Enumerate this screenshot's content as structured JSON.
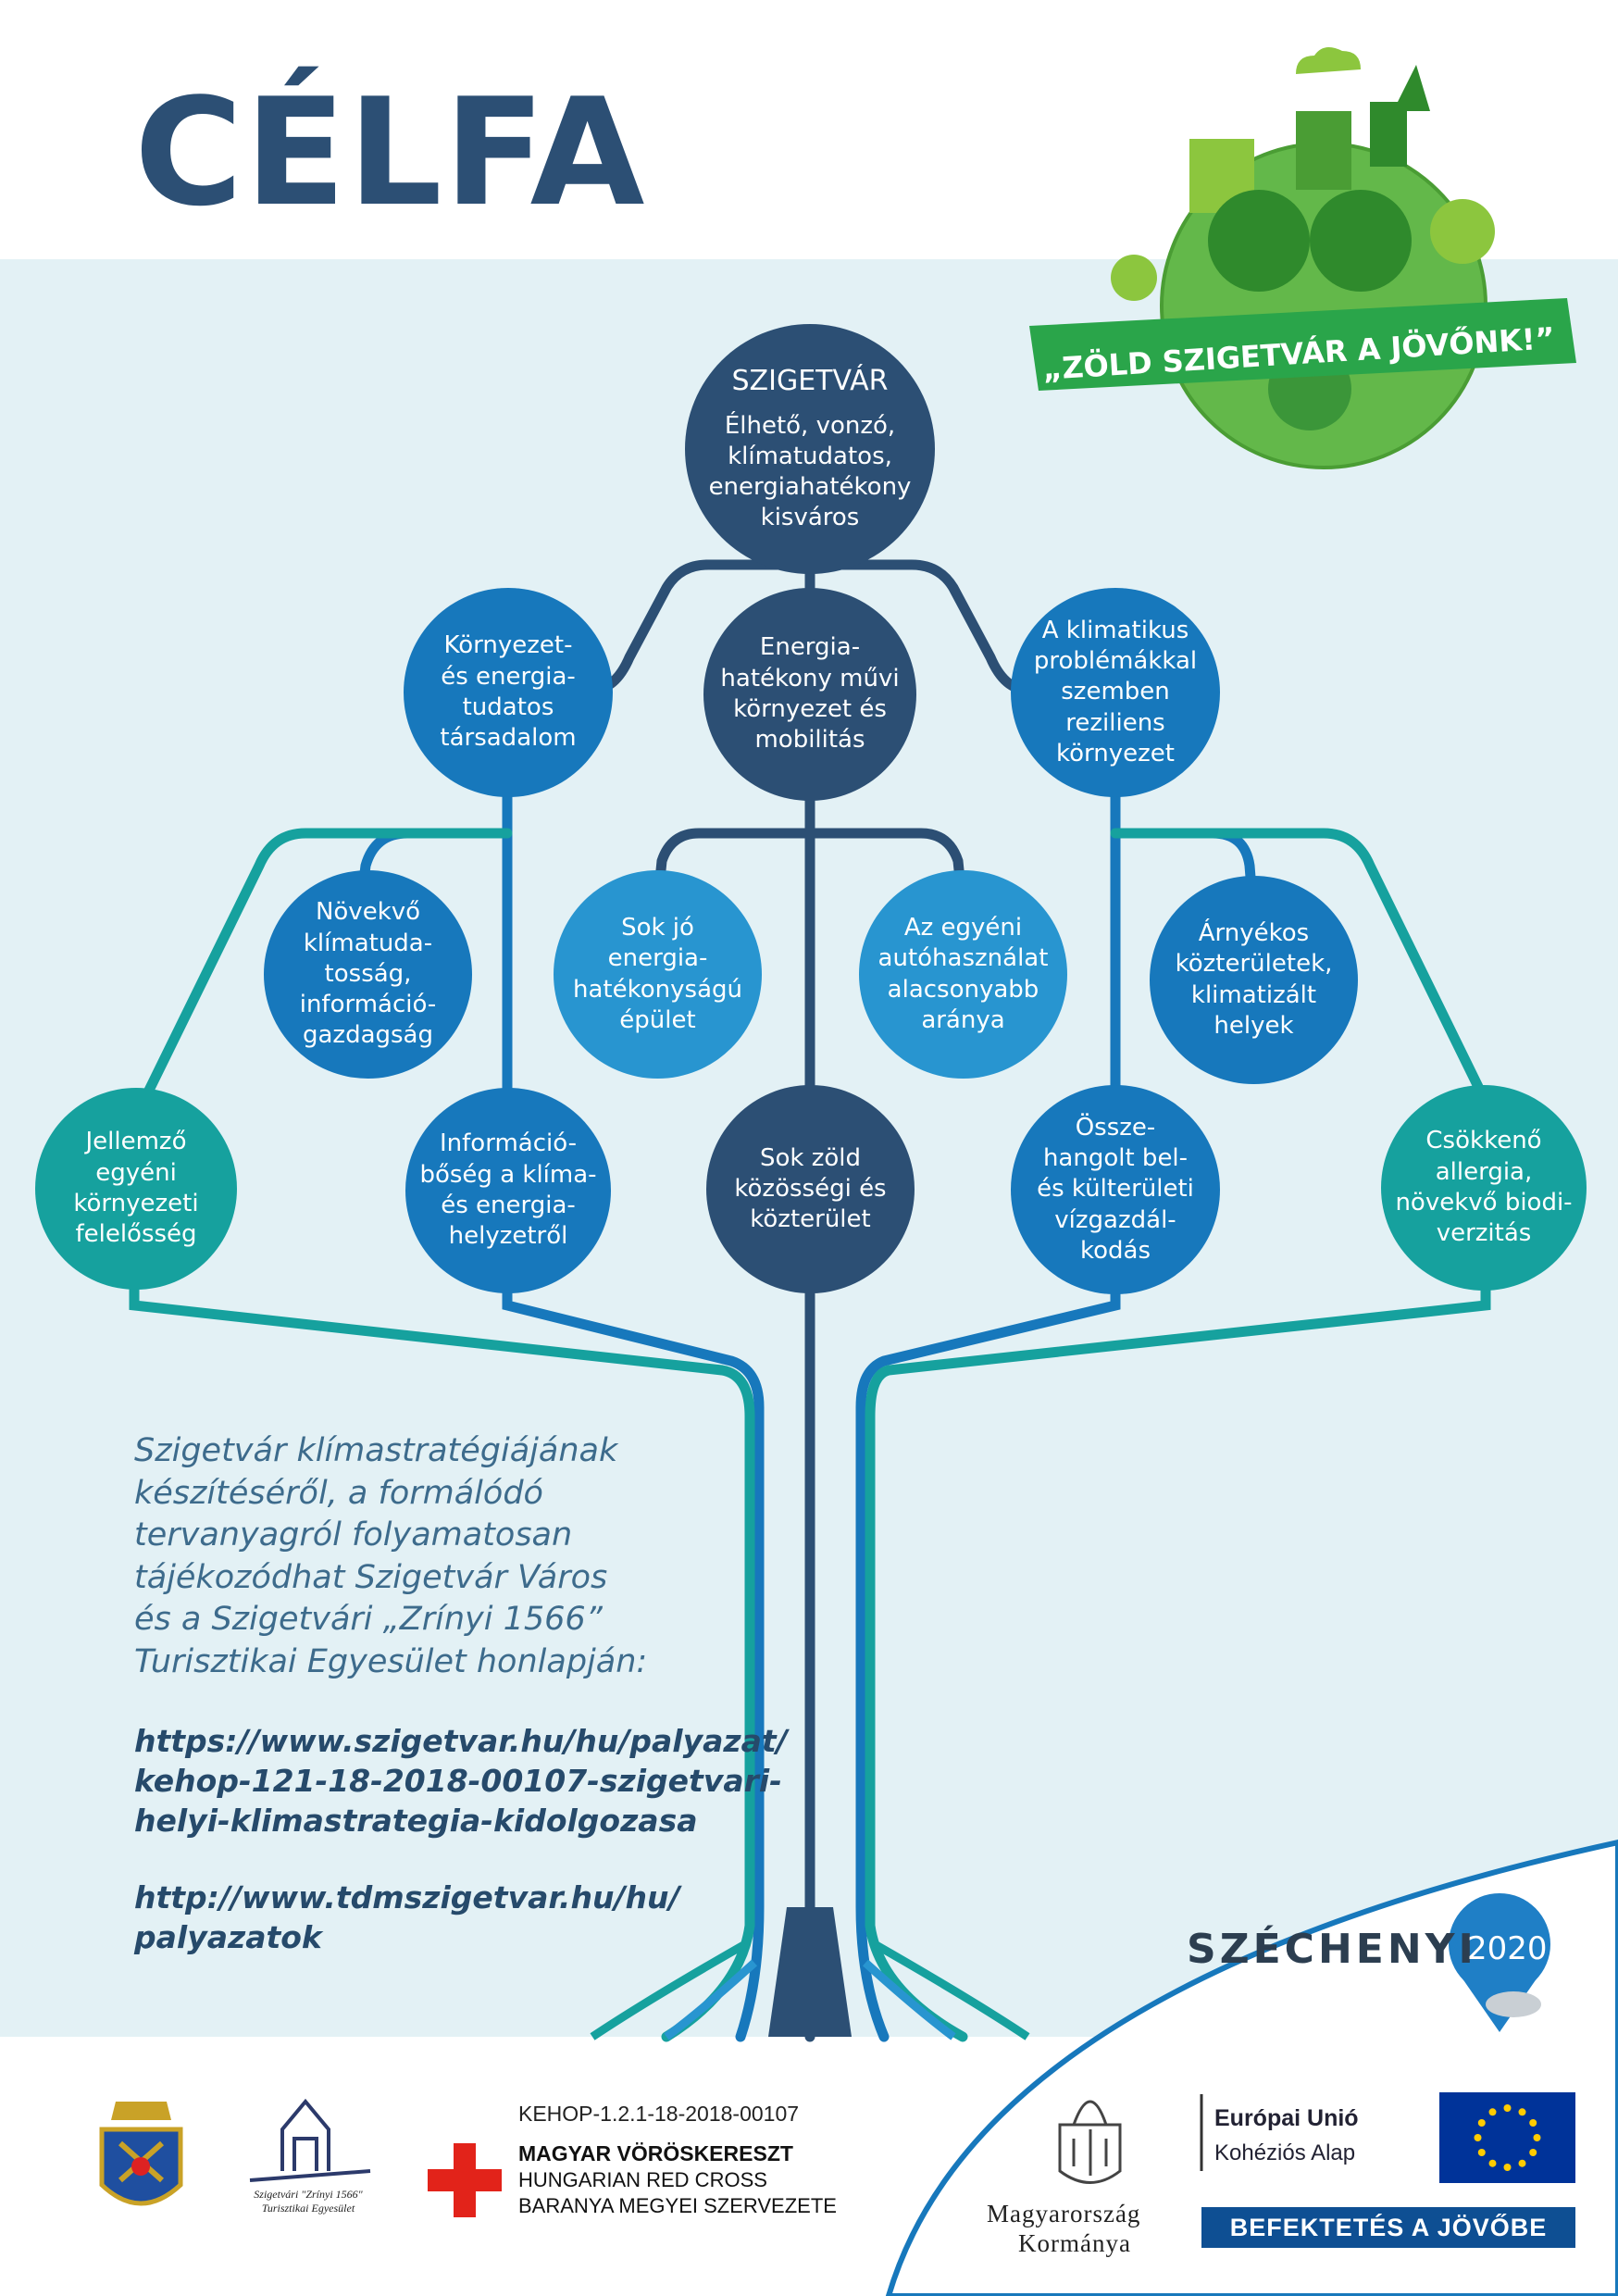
{
  "title": "CÉLFA",
  "banner": "„ZÖLD SZIGETVÁR A JÖVŐNK!”",
  "nodes": {
    "root": {
      "head": "SZIGETVÁR",
      "lines": [
        "Élhető, vonzó,",
        "klímatudatos,",
        "energiahatékony",
        "kisváros"
      ]
    },
    "l1_left": {
      "lines": [
        "Környezet-",
        "és energia-",
        "tudatos",
        "társadalom"
      ]
    },
    "l1_center": {
      "lines": [
        "Energia-",
        "hatékony művi",
        "környezet és",
        "mobilitás"
      ]
    },
    "l1_right": {
      "lines": [
        "A klimatikus",
        "problémákkal",
        "szemben",
        "reziliens",
        "környezet"
      ]
    },
    "l2_left": {
      "lines": [
        "Növekvő",
        "klímatuda-",
        "tosság,",
        "információ-",
        "gazdagság"
      ]
    },
    "l2_cl": {
      "lines": [
        "Sok jó",
        "energia-",
        "hatékonyságú",
        "épület"
      ]
    },
    "l2_cr": {
      "lines": [
        "Az egyéni",
        "autóhasználat",
        "alacsonyabb",
        "aránya"
      ]
    },
    "l2_right": {
      "lines": [
        "Árnyékos",
        "közterületek,",
        "klimatizált",
        "helyek"
      ]
    },
    "l3_1": {
      "lines": [
        "Jellemző",
        "egyéni",
        "környezeti",
        "felelősség"
      ]
    },
    "l3_2": {
      "lines": [
        "Információ-",
        "bőség a klíma-",
        "és energia-",
        "helyzetről"
      ]
    },
    "l3_3": {
      "lines": [
        "Sok zöld",
        "közösségi és",
        "közterület"
      ]
    },
    "l3_4": {
      "lines": [
        "Össze-",
        "hangolt bel-",
        "és külterületi",
        "vízgazdál-",
        "kodás"
      ]
    },
    "l3_5": {
      "lines": [
        "Csökkenő",
        "allergia,",
        "növekvő biodi-",
        "verzitás"
      ]
    }
  },
  "info": {
    "lines": [
      "Szigetvár klímastratégiájának",
      "készítéséről, a formálódó",
      "tervanyagról folyamatosan",
      "tájékozódhat Szigetvár Város",
      "és a Szigetvári „Zrínyi 1566”",
      "Turisztikai Egyesület honlapján:"
    ],
    "url1": [
      "https://www.szigetvar.hu/hu/palyazat/",
      "kehop-121-18-2018-00107-szigetvari-",
      "helyi-klimastrategia-kidolgozasa"
    ],
    "url2": [
      "http://www.tdmszigetvar.hu/hu/",
      "palyazatok"
    ]
  },
  "footer": {
    "szechenyi": "SZÉCHENYI",
    "szechenyi_year": "2020",
    "kehop": "KEHOP-1.2.1-18-2018-00107",
    "redcross": [
      "MAGYAR VÖRÖSKERESZT",
      "HUNGARIAN RED CROSS",
      "BARANYA MEGYEI SZERVEZETE"
    ],
    "tdm_logo_text": [
      "Szigetvári \"Zrínyi 1566\"",
      "Turisztikai Egyesület"
    ],
    "gov": [
      "Magyarország",
      "Kormánya"
    ],
    "eu": [
      "Európai Unió",
      "Kohéziós Alap"
    ],
    "befektetes": "BEFEKTETÉS A JÖVŐBE"
  },
  "colors": {
    "navy": "#2c4f74",
    "blue": "#1778bc",
    "light_blue": "#2895d0",
    "teal": "#16a19e",
    "green": "#2aa54a",
    "bg": "#e3f1f5"
  },
  "icons": [
    "coat-of-arms-icon",
    "tdm-logo-icon",
    "red-cross-icon",
    "hungarian-crest-icon",
    "eu-flag-icon",
    "szechenyi-pin-icon",
    "green-earth-icon"
  ]
}
